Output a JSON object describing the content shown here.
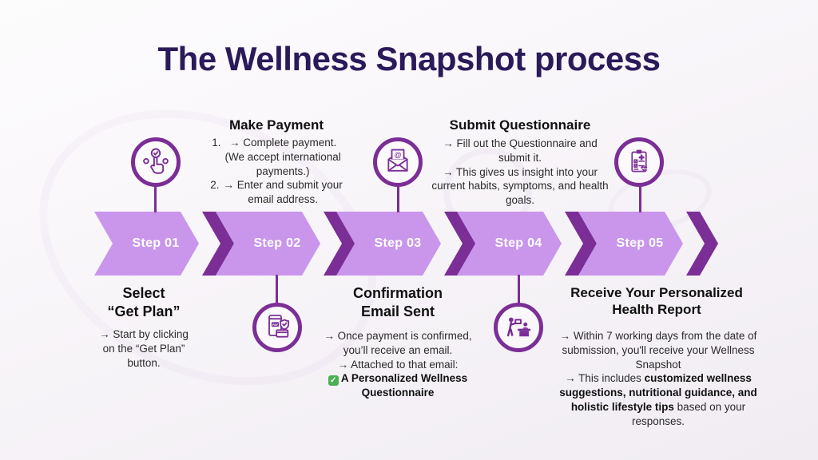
{
  "title": "The Wellness Snapshot process",
  "colors": {
    "arrow_light": "#c996ec",
    "arrow_dark": "#7b2e96",
    "title_text": "#2a1a5a",
    "body_text": "#2b2b2b",
    "check_green": "#4caf50"
  },
  "steps": [
    {
      "label": "Step 01",
      "icon": "tap-select-icon",
      "heading": "Select\n“Get Plan”",
      "detail": "→ Start by clicking\non the “Get Plan”\nbutton."
    },
    {
      "label": "Step 02",
      "icon": "mobile-payment-icon",
      "heading": "Make Payment",
      "items": [
        {
          "num": "1.",
          "text": "→ Complete payment.\n(We accept international\npayments.)"
        },
        {
          "num": "2.",
          "text": "→ Enter and submit your\nemail address."
        }
      ]
    },
    {
      "label": "Step 03",
      "icon": "email-at-icon",
      "heading": "Confirmation\nEmail Sent",
      "detail": "→ Once payment is confirmed,\nyou’ll receive an email.\n→ Attached to that email:",
      "highlight": "A Personalized Wellness\nQuestionnaire",
      "check_glyph": "✓"
    },
    {
      "label": "Step 04",
      "icon": "submit-questionnaire-icon",
      "heading": "Submit Questionnaire",
      "detail": "→ Fill out the Questionnaire and\nsubmit it.\n→ This gives us insight into your\ncurrent habits, symptoms, and health\ngoals."
    },
    {
      "label": "Step 05",
      "icon": "health-report-icon",
      "heading": "Receive Your Personalized\nHealth Report",
      "detail_1": "→ Within 7 working days from the date of\nsubmission, you'll receive your Wellness\nSnapshot\n→ This includes ",
      "detail_bold": "customized wellness suggestions, nutritional guidance, and holistic lifestyle tips",
      "detail_2": " based on your responses."
    }
  ]
}
